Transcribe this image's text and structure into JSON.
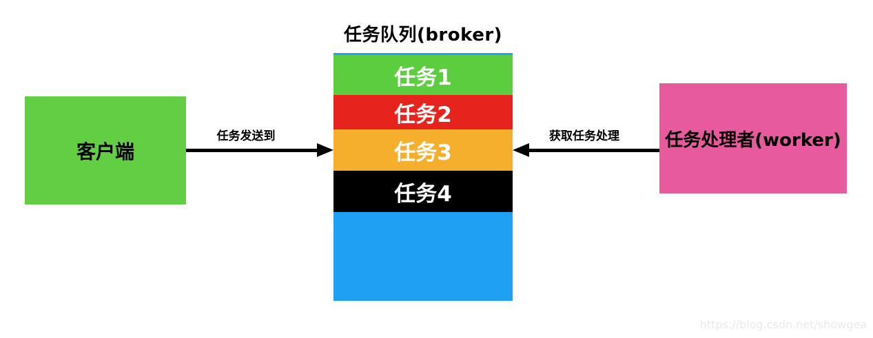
{
  "diagram": {
    "title": "任务队列(broker)"
  },
  "client": {
    "label": "客户端",
    "color": "#62CE44"
  },
  "worker": {
    "label": "任务处理者(worker)",
    "color": "#E75A9D"
  },
  "queue": {
    "background_color": "#1FA0F2",
    "tasks": [
      {
        "label": "任务1",
        "color": "#5BCD3E"
      },
      {
        "label": "任务2",
        "color": "#E7231D"
      },
      {
        "label": "任务3",
        "color": "#F5AF2C"
      },
      {
        "label": "任务4",
        "color": "#000000"
      }
    ]
  },
  "arrows": {
    "color": "#000000",
    "send": {
      "label": "任务发送到",
      "direction": "right"
    },
    "fetch": {
      "label": "获取任务处理",
      "direction": "left"
    }
  },
  "watermark": {
    "text": "https://blog.csdn.net/showgea",
    "color": "#e9e9e9"
  }
}
